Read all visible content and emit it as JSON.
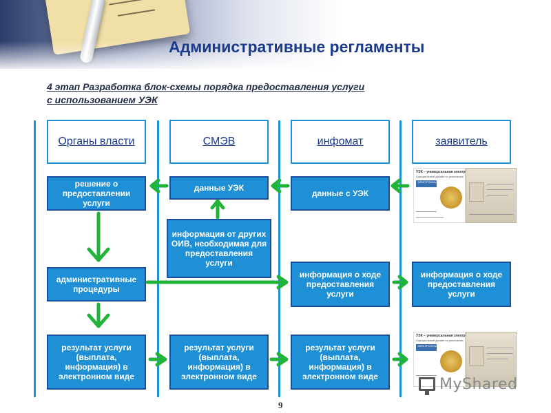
{
  "title": "Административные регламенты",
  "subtitle": {
    "line1": "4 этап Разработка блок-схемы порядка предоставления услуги",
    "line2": "с использованием УЭК"
  },
  "columns": [
    {
      "label": "Органы власти "
    },
    {
      "label": "СМЭВ"
    },
    {
      "label": "инфомат"
    },
    {
      "label": "заявитель"
    }
  ],
  "boxes": {
    "decision": "решение о предоставлении услуги",
    "uek_data": "данные УЭК",
    "data_from_uek": "данные с УЭК",
    "other_oiv_info": "информация от других ОИВ, необходимая для предоставления услуги",
    "admin_procedures": "административные процедуры",
    "progress_infomat": "информация о ходе предоставления услуги",
    "progress_applicant": "информация о ходе предоставления услуги",
    "result_authorities": "результат услуги (выплата, информация) в электронном виде",
    "result_smev": "результат услуги (выплата, информация) в электронном виде",
    "result_infomat": "результат услуги (выплата, информация) в электронном виде"
  },
  "card": {
    "header": "УЭК – универсальная электронная карта",
    "subheader": "Официальный дизайн по умолчанию",
    "band": "ЭЛЕКТРОННАЯ КАРТА"
  },
  "logo": {
    "text": "MyShared"
  },
  "page_number": "9",
  "colors": {
    "title": "#1a3a8c",
    "box_fill": "#1f8fd6",
    "box_border": "#1a4ea0",
    "arrow_green": "#22b33a",
    "lane_line": "#1f8fd6"
  }
}
